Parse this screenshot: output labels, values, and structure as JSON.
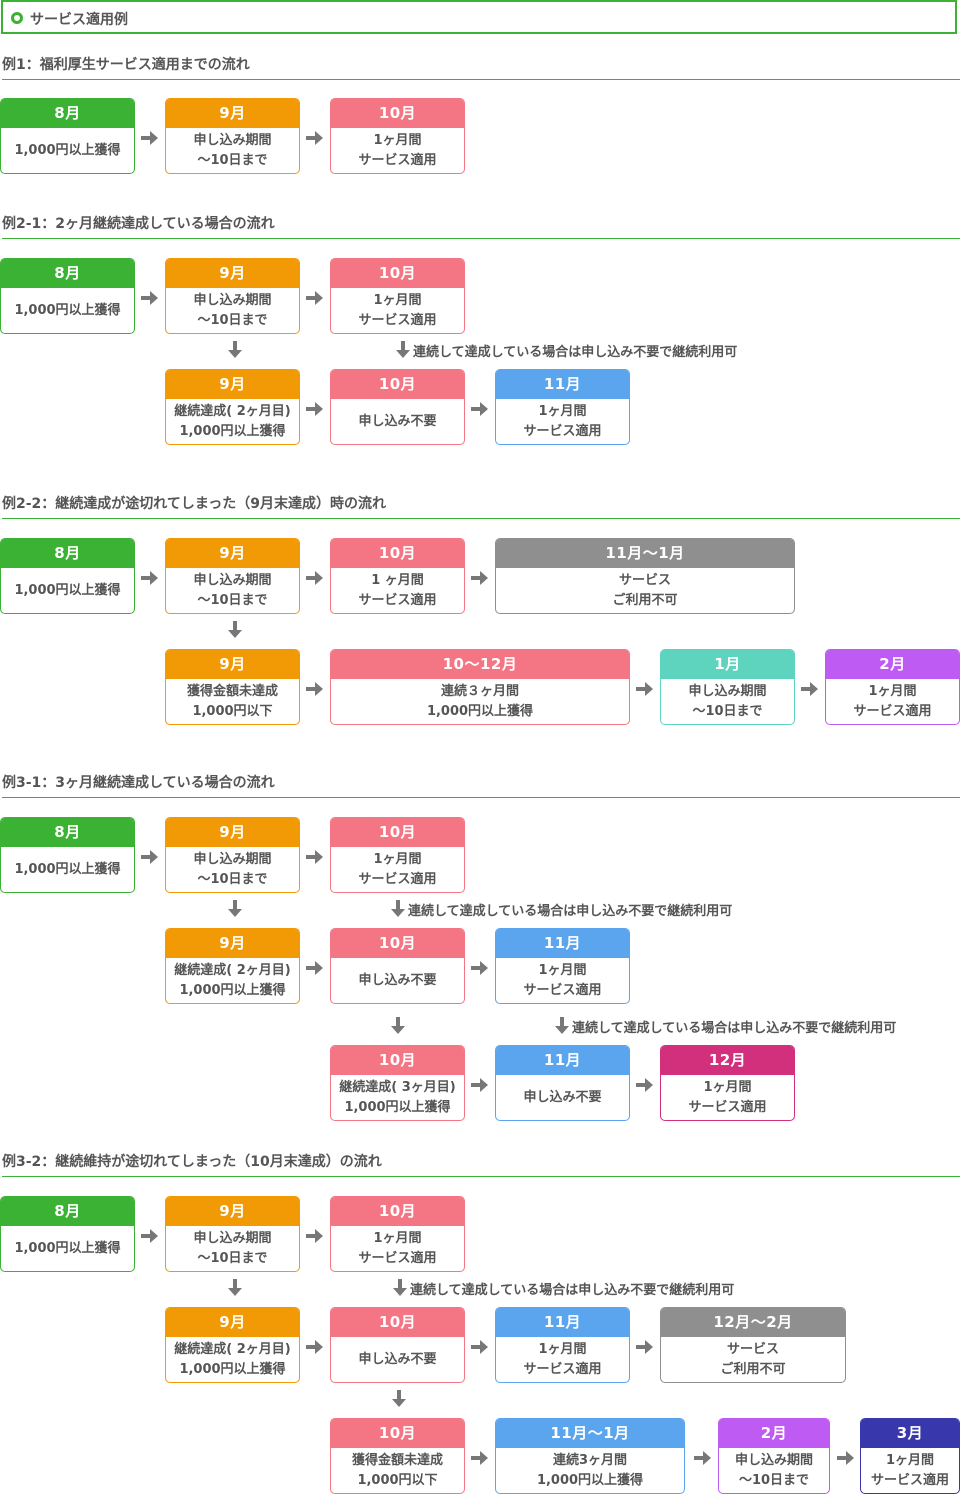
{
  "header": {
    "title": "サービス適用例"
  },
  "sections": [
    {
      "title": "例1：福利厚生サービス適用までの流れ",
      "boxes": [
        {
          "head": "8月",
          "body": [
            "1,000円以上獲得"
          ]
        },
        {
          "head": "9月",
          "body": [
            "申し込み期間",
            "～10日まで"
          ]
        },
        {
          "head": "10月",
          "body": [
            "1ヶ月間",
            "サービス適用"
          ]
        }
      ]
    },
    {
      "title": "例2-1：2ヶ月継続達成している場合の流れ",
      "boxes": [
        {
          "head": "8月",
          "body": [
            "1,000円以上獲得"
          ]
        },
        {
          "head": "9月",
          "body": [
            "申し込み期間",
            "～10日まで"
          ]
        },
        {
          "head": "10月",
          "body": [
            "1ヶ月間",
            "サービス適用"
          ]
        },
        {
          "head": "9月",
          "body": [
            "継続達成( 2ヶ月目)",
            "1,000円以上獲得"
          ]
        },
        {
          "head": "10月",
          "body": [
            "申し込み不要"
          ]
        },
        {
          "head": "11月",
          "body": [
            "1ヶ月間",
            "サービス適用"
          ]
        }
      ],
      "notes": [
        "連続して達成している場合は申し込み不要で継続利用可"
      ]
    },
    {
      "title": "例2-2：継続達成が途切れてしまった（9月末達成）時の流れ",
      "boxes": [
        {
          "head": "8月",
          "body": [
            "1,000円以上獲得"
          ]
        },
        {
          "head": "9月",
          "body": [
            "申し込み期間",
            "～10日まで"
          ]
        },
        {
          "head": "10月",
          "body": [
            "1 ヶ月間",
            "サービス適用"
          ]
        },
        {
          "head": "11月～1月",
          "body": [
            "サービス",
            "ご利用不可"
          ]
        },
        {
          "head": "9月",
          "body": [
            "獲得金額未達成",
            "1,000円以下"
          ]
        },
        {
          "head": "10～12月",
          "body": [
            "連続３ヶ月間",
            "1,000円以上獲得"
          ]
        },
        {
          "head": "1月",
          "body": [
            "申し込み期間",
            "～10日まで"
          ]
        },
        {
          "head": "2月",
          "body": [
            "1ヶ月間",
            "サービス適用"
          ]
        }
      ]
    },
    {
      "title": "例3-1：3ヶ月継続達成している場合の流れ",
      "boxes": [
        {
          "head": "8月",
          "body": [
            "1,000円以上獲得"
          ]
        },
        {
          "head": "9月",
          "body": [
            "申し込み期間",
            "～10日まで"
          ]
        },
        {
          "head": "10月",
          "body": [
            "1ヶ月間",
            "サービス適用"
          ]
        },
        {
          "head": "9月",
          "body": [
            "継続達成( 2ヶ月目)",
            "1,000円以上獲得"
          ]
        },
        {
          "head": "10月",
          "body": [
            "申し込み不要"
          ]
        },
        {
          "head": "11月",
          "body": [
            "1ヶ月間",
            "サービス適用"
          ]
        },
        {
          "head": "10月",
          "body": [
            "継続達成( 3ヶ月目)",
            "1,000円以上獲得"
          ]
        },
        {
          "head": "11月",
          "body": [
            "申し込み不要"
          ]
        },
        {
          "head": "12月",
          "body": [
            "1ヶ月間",
            "サービス適用"
          ]
        }
      ],
      "notes": [
        "連続して達成している場合は申し込み不要で継続利用可",
        "連続して達成している場合は申し込み不要で継続利用可"
      ]
    },
    {
      "title": "例3-2：継続維持が途切れてしまった（10月末達成）の流れ",
      "boxes": [
        {
          "head": "8月",
          "body": [
            "1,000円以上獲得"
          ]
        },
        {
          "head": "9月",
          "body": [
            "申し込み期間",
            "～10日まで"
          ]
        },
        {
          "head": "10月",
          "body": [
            "1ヶ月間",
            "サービス適用"
          ]
        },
        {
          "head": "9月",
          "body": [
            "継続達成( 2ヶ月目)",
            "1,000円以上獲得"
          ]
        },
        {
          "head": "10月",
          "body": [
            "申し込み不要"
          ]
        },
        {
          "head": "11月",
          "body": [
            "1ヶ月間",
            "サービス適用"
          ]
        },
        {
          "head": "12月～2月",
          "body": [
            "サービス",
            "ご利用不可"
          ]
        },
        {
          "head": "10月",
          "body": [
            "獲得金額未達成",
            "1,000円以下"
          ]
        },
        {
          "head": "11月～1月",
          "body": [
            "連続3ヶ月間",
            "1,000円以上獲得"
          ]
        },
        {
          "head": "2月",
          "body": [
            "申し込み期間",
            "～10日まで"
          ]
        },
        {
          "head": "3月",
          "body": [
            "1ヶ月間",
            "サービス適用"
          ]
        }
      ],
      "notes": [
        "連続して達成している場合は申し込み不要で継続利用可"
      ]
    }
  ]
}
